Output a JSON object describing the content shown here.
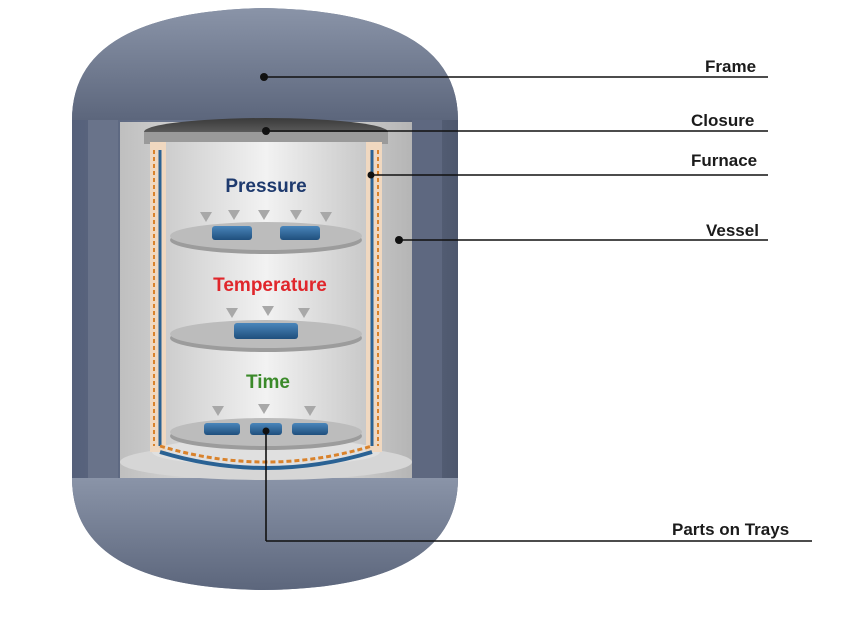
{
  "labels": {
    "frame": "Frame",
    "closure": "Closure",
    "furnace": "Furnace",
    "vessel": "Vessel",
    "parts": "Parts on Trays"
  },
  "process": {
    "pressure": "Pressure",
    "temperature": "Temperature",
    "time": "Time"
  },
  "colors": {
    "frame": "#5f6a80",
    "frame_dark": "#4b5468",
    "vessel": "#d7d7d7",
    "pressure": "#1e3a6e",
    "temperature": "#e0262b",
    "time": "#3b8a2a",
    "part": "#2a6294"
  }
}
